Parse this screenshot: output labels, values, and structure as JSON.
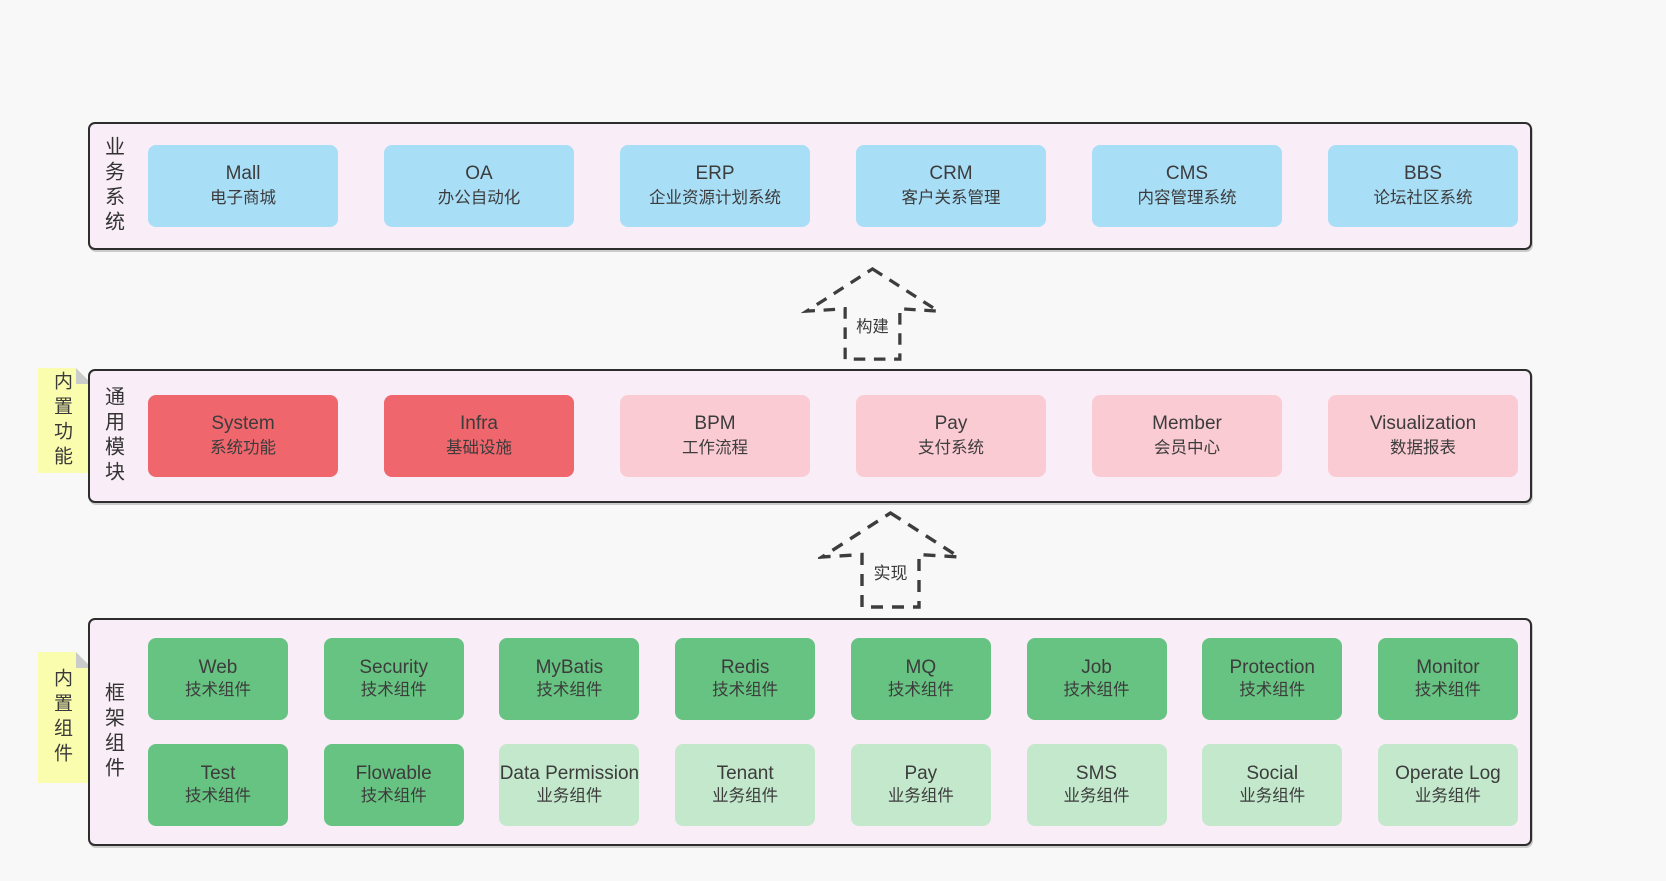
{
  "diagram": {
    "colors": {
      "blue": "#a9def7",
      "red": "#ef666c",
      "pink": "#fbcbd3",
      "green": "#67c381",
      "lightgreen": "#c3e8cc",
      "band_background": "#f9eef7",
      "band_border": "#2d2d2d",
      "note_yellow": "#fafcae",
      "note_fold_gray": "#c9ccca",
      "text": "#3c3c3c",
      "arrow_stroke": "#3d3d3d",
      "page_background": "#f8f8f8"
    },
    "arrows": [
      {
        "label": "构建"
      },
      {
        "label": "实现"
      }
    ],
    "bands": [
      {
        "label": "业务系统",
        "rows": [
          [
            {
              "title": "Mall",
              "subtitle": "电子商城",
              "color": "blue"
            },
            {
              "title": "OA",
              "subtitle": "办公自动化",
              "color": "blue"
            },
            {
              "title": "ERP",
              "subtitle": "企业资源计划系统",
              "color": "blue"
            },
            {
              "title": "CRM",
              "subtitle": "客户关系管理",
              "color": "blue"
            },
            {
              "title": "CMS",
              "subtitle": "内容管理系统",
              "color": "blue"
            },
            {
              "title": "BBS",
              "subtitle": "论坛社区系统",
              "color": "blue"
            }
          ]
        ]
      },
      {
        "label": "通用模块",
        "note": "内置功能",
        "rows": [
          [
            {
              "title": "System",
              "subtitle": "系统功能",
              "color": "red"
            },
            {
              "title": "Infra",
              "subtitle": "基础设施",
              "color": "red"
            },
            {
              "title": "BPM",
              "subtitle": "工作流程",
              "color": "pink"
            },
            {
              "title": "Pay",
              "subtitle": "支付系统",
              "color": "pink"
            },
            {
              "title": "Member",
              "subtitle": "会员中心",
              "color": "pink"
            },
            {
              "title": "Visualization",
              "subtitle": "数据报表",
              "color": "pink"
            }
          ]
        ]
      },
      {
        "label": "框架组件",
        "note": "内置组件",
        "rows": [
          [
            {
              "title": "Web",
              "subtitle": "技术组件",
              "color": "green"
            },
            {
              "title": "Security",
              "subtitle": "技术组件",
              "color": "green"
            },
            {
              "title": "MyBatis",
              "subtitle": "技术组件",
              "color": "green"
            },
            {
              "title": "Redis",
              "subtitle": "技术组件",
              "color": "green"
            },
            {
              "title": "MQ",
              "subtitle": "技术组件",
              "color": "green"
            },
            {
              "title": "Job",
              "subtitle": "技术组件",
              "color": "green"
            },
            {
              "title": "Protection",
              "subtitle": "技术组件",
              "color": "green"
            },
            {
              "title": "Monitor",
              "subtitle": "技术组件",
              "color": "green"
            }
          ],
          [
            {
              "title": "Test",
              "subtitle": "技术组件",
              "color": "green"
            },
            {
              "title": "Flowable",
              "subtitle": "技术组件",
              "color": "green"
            },
            {
              "title": "Data Permission",
              "subtitle": "业务组件",
              "color": "lightgreen"
            },
            {
              "title": "Tenant",
              "subtitle": "业务组件",
              "color": "lightgreen"
            },
            {
              "title": "Pay",
              "subtitle": "业务组件",
              "color": "lightgreen"
            },
            {
              "title": "SMS",
              "subtitle": "业务组件",
              "color": "lightgreen"
            },
            {
              "title": "Social",
              "subtitle": "业务组件",
              "color": "lightgreen"
            },
            {
              "title": "Operate Log",
              "subtitle": "业务组件",
              "color": "lightgreen"
            }
          ]
        ]
      }
    ]
  }
}
